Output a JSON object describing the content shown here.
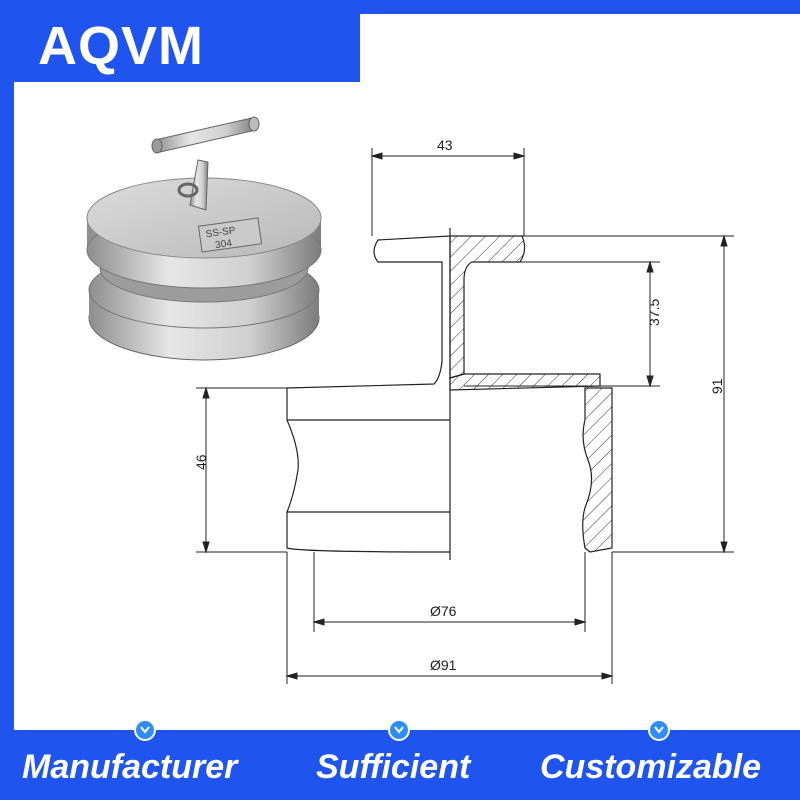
{
  "brand": {
    "logo": "AQVM"
  },
  "product": {
    "plate_text_1": "SS-SP",
    "plate_text_2": "304"
  },
  "dimensions": {
    "top_width": "43",
    "inner_height": "37.5",
    "total_height": "91",
    "lower_height": "46",
    "inner_diameter": "Ø76",
    "outer_diameter": "Ø91"
  },
  "features": [
    {
      "label": "Manufacturer"
    },
    {
      "label": "Sufficient"
    },
    {
      "label": "Customizable"
    }
  ],
  "colors": {
    "brand_blue": "#1f55ee",
    "badge_blue": "#2f8df5"
  }
}
